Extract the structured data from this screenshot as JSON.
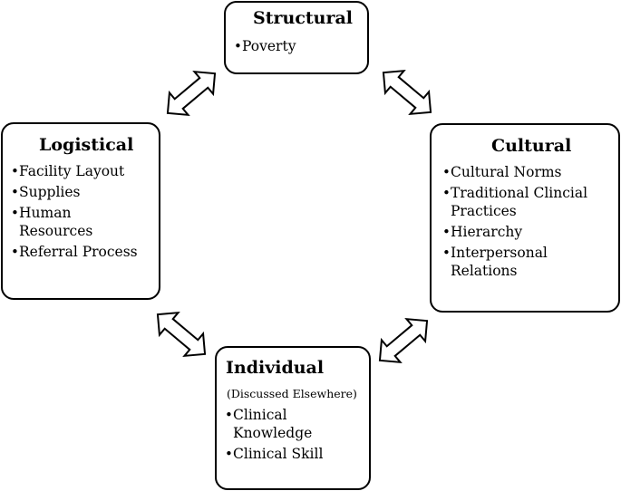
{
  "structural": {
    "title": "Structural",
    "items": [
      "Poverty"
    ]
  },
  "logistical": {
    "title": "Logistical",
    "items": [
      "Facility Layout",
      "Supplies",
      "Human Resources",
      "Referral Process"
    ]
  },
  "cultural": {
    "title": "Cultural",
    "items": [
      "Cultural Norms",
      "Traditional Clincial Practices",
      "Hierarchy",
      "Interpersonal Relations"
    ]
  },
  "individual": {
    "title": "Individual",
    "note": "(Discussed Elsewhere)",
    "items": [
      "Clinical Knowledge",
      "Clinical Skill"
    ]
  },
  "bullet_char": "•"
}
